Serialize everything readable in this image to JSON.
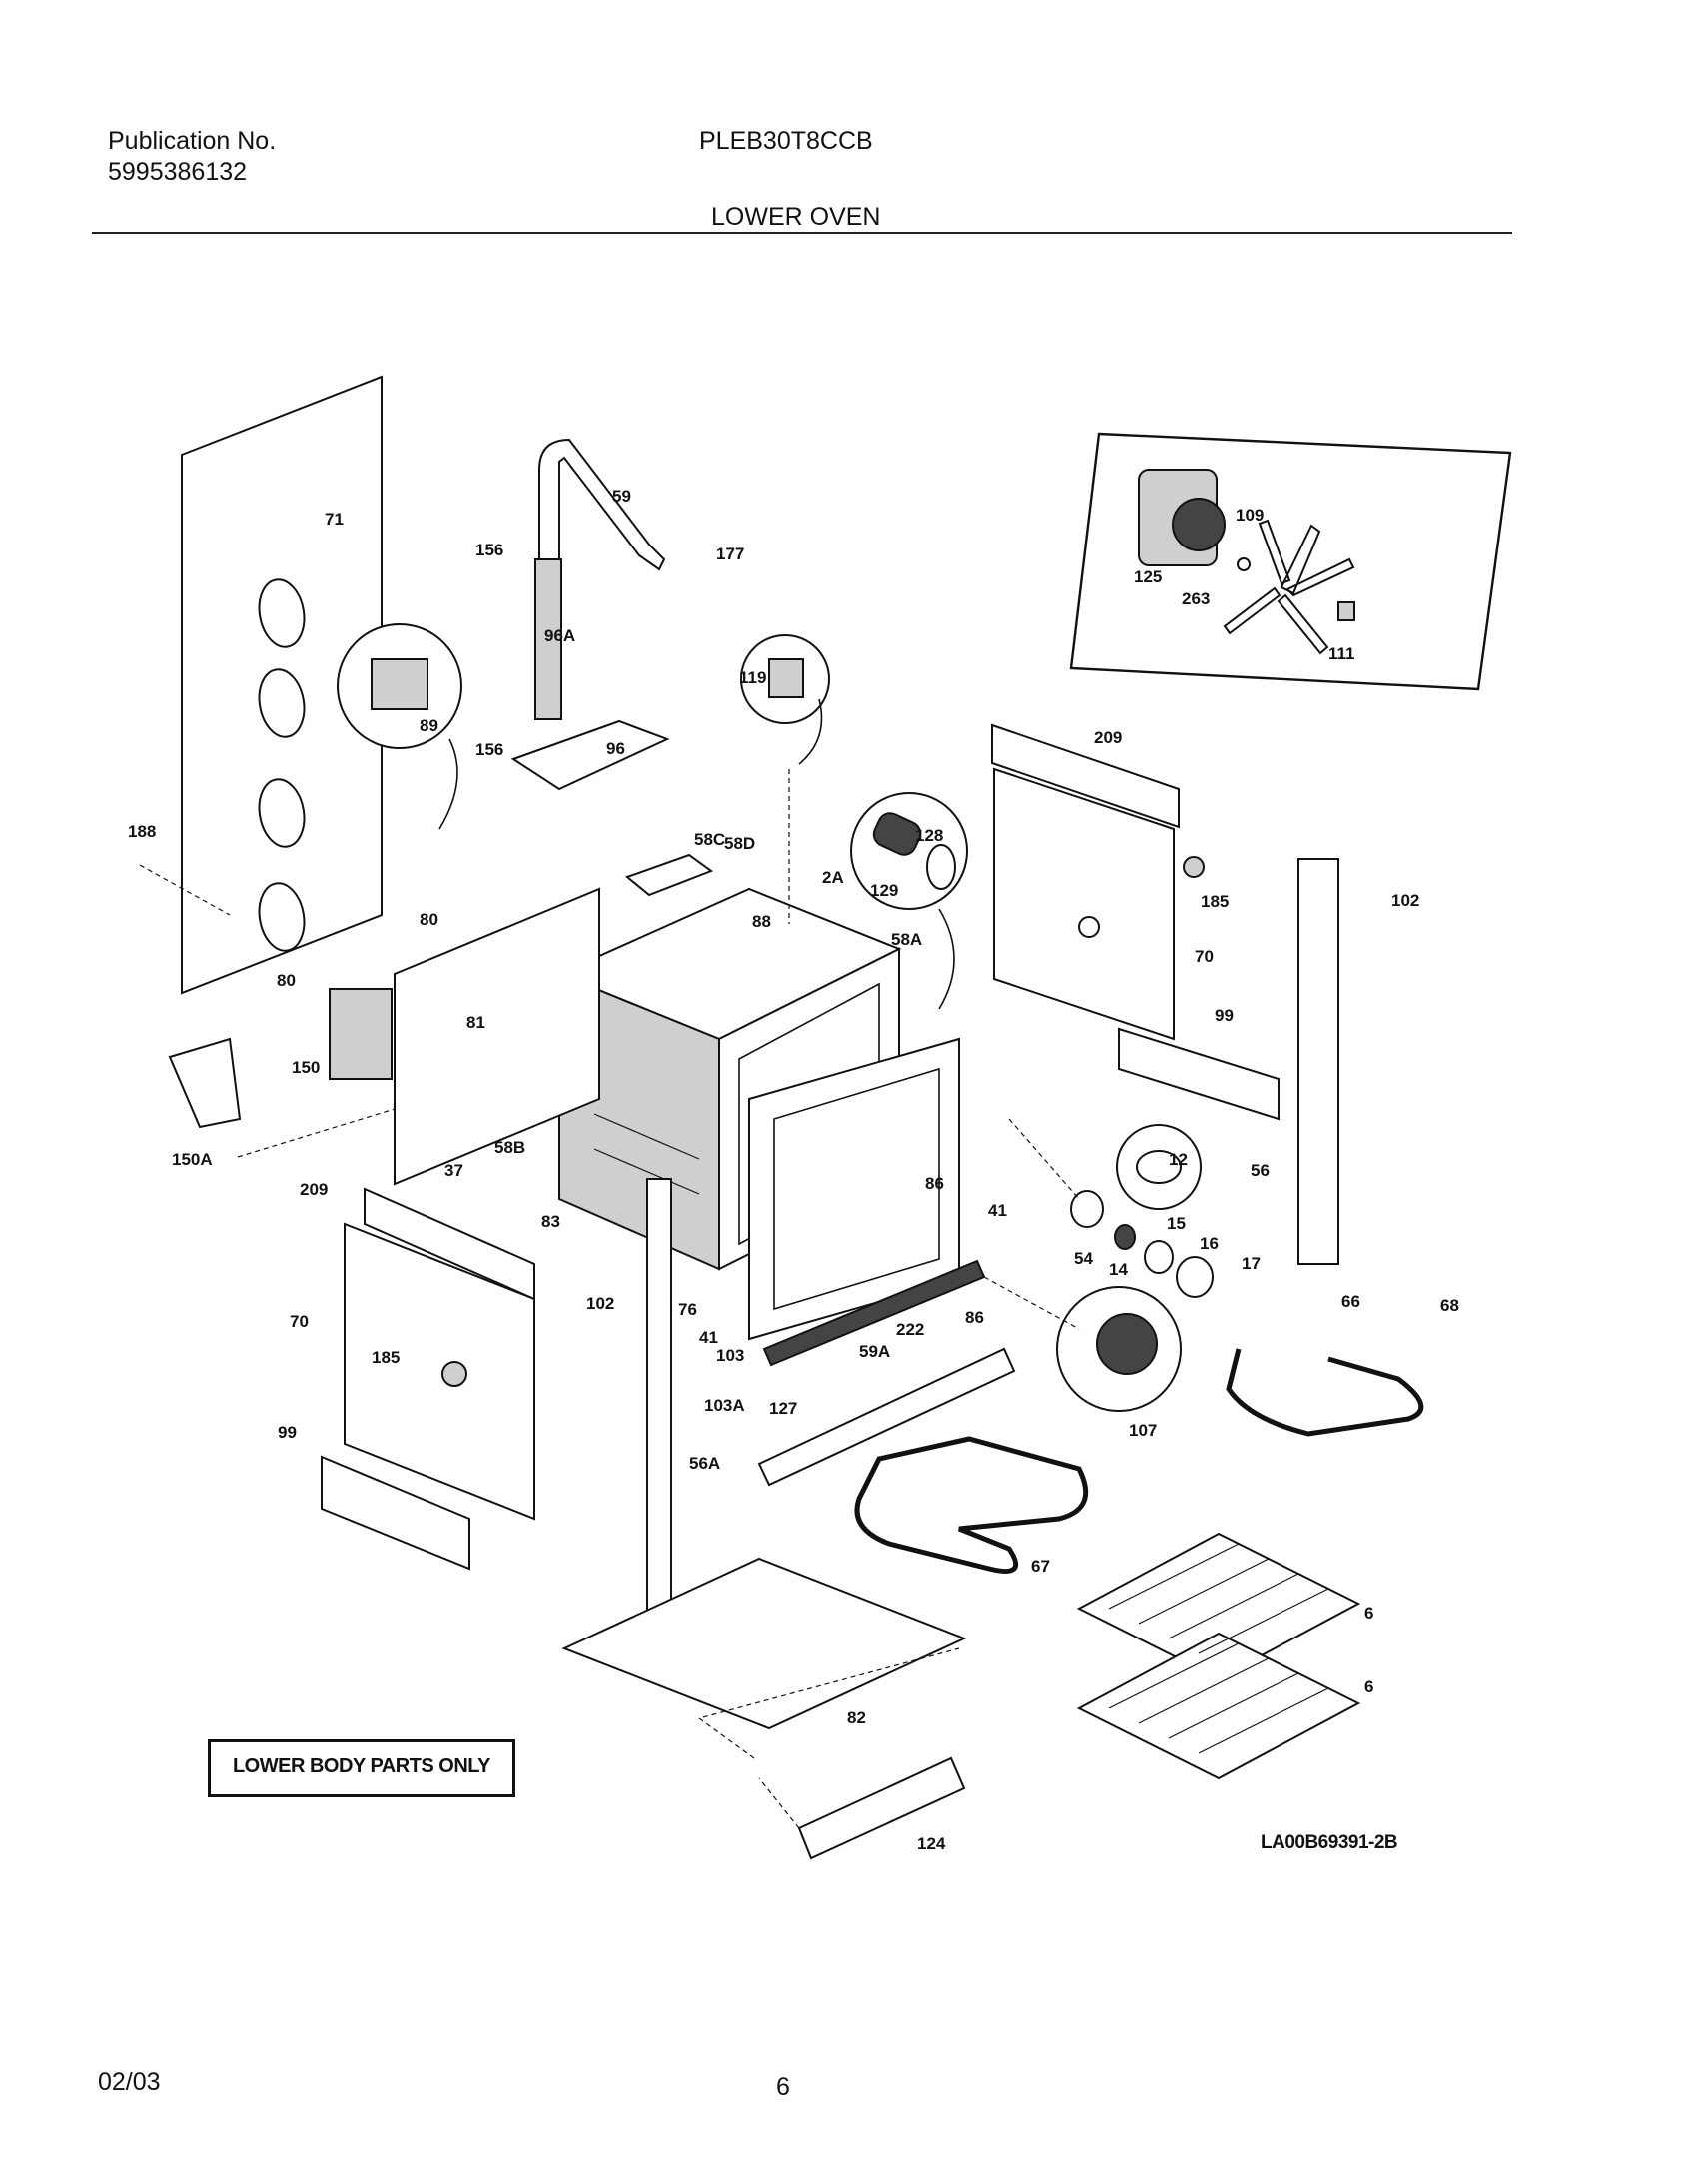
{
  "header": {
    "publication_label": "Publication No.",
    "publication_number": "5995386132",
    "model": "PLEB30T8CCB",
    "section": "LOWER OVEN"
  },
  "note": "LOWER BODY PARTS ONLY",
  "reference_code": "LA00B69391-2B",
  "footer": {
    "date": "02/03",
    "page": "6"
  },
  "part_labels": [
    "71",
    "59",
    "156",
    "177",
    "96A",
    "156",
    "96",
    "89",
    "188",
    "80",
    "80",
    "150",
    "150A",
    "81",
    "119",
    "58C",
    "58D",
    "2A",
    "88",
    "58A",
    "128",
    "129",
    "209",
    "185",
    "70",
    "99",
    "102",
    "125",
    "109",
    "263",
    "111",
    "58B",
    "83",
    "37",
    "209",
    "70",
    "185",
    "99",
    "102",
    "56A",
    "86",
    "76",
    "41",
    "103",
    "103A",
    "127",
    "59A",
    "222",
    "86",
    "41",
    "12",
    "54",
    "14",
    "15",
    "16",
    "17",
    "56",
    "66",
    "68",
    "107",
    "67",
    "6",
    "6",
    "82",
    "124"
  ]
}
